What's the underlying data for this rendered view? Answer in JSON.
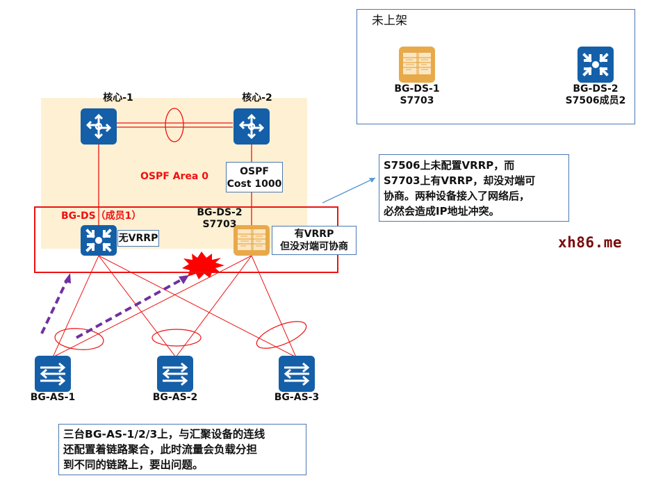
{
  "shelf": {
    "title": "未上架",
    "devices": [
      {
        "name": "BG-DS-1",
        "model": "S7703",
        "icon": "chassis-switch-icon"
      },
      {
        "name": "BG-DS-2",
        "model": "S7506成员2",
        "icon": "stack-switch-icon"
      }
    ]
  },
  "core": {
    "nodes": [
      {
        "name": "核心-1",
        "icon": "router-icon"
      },
      {
        "name": "核心-2",
        "icon": "router-icon"
      }
    ],
    "area_label": "OSPF Area 0",
    "cost_label_line1": "OSPF",
    "cost_label_line2": "Cost 1000"
  },
  "distribution": {
    "ds1_label": "BG-DS（成员1）",
    "ds1_note": "无VRRP",
    "ds2_name": "BG-DS-2",
    "ds2_model": "S7703",
    "ds2_note_line1": "有VRRP",
    "ds2_note_line2": "但没对端可协商"
  },
  "access": {
    "switches": [
      {
        "name": "BG-AS-1",
        "icon": "switch-icon"
      },
      {
        "name": "BG-AS-2",
        "icon": "switch-icon"
      },
      {
        "name": "BG-AS-3",
        "icon": "switch-icon"
      }
    ]
  },
  "callout": {
    "lines": [
      "S7506上未配置VRRP，而",
      "S7703上有VRRP，却没对端可",
      "协商。两种设备接入了网络后，",
      "必然会造成IP地址冲突。"
    ]
  },
  "bottom_note": {
    "lines": [
      "三台BG-AS-1/2/3上，与汇聚设备的连线",
      "还配置着链路聚合，此时流量会负载分担",
      "到不同的链路上，要出问题。"
    ]
  },
  "watermark": "xh86.me",
  "colors": {
    "link": "#ee1111",
    "device_blue": "#145fa8",
    "device_orange": "#e8a94a",
    "area_fill": "#fef0d2",
    "traffic_arrow": "#7030a0",
    "callout_arrow": "#5b9bd5",
    "conflict": "#ff0000"
  }
}
